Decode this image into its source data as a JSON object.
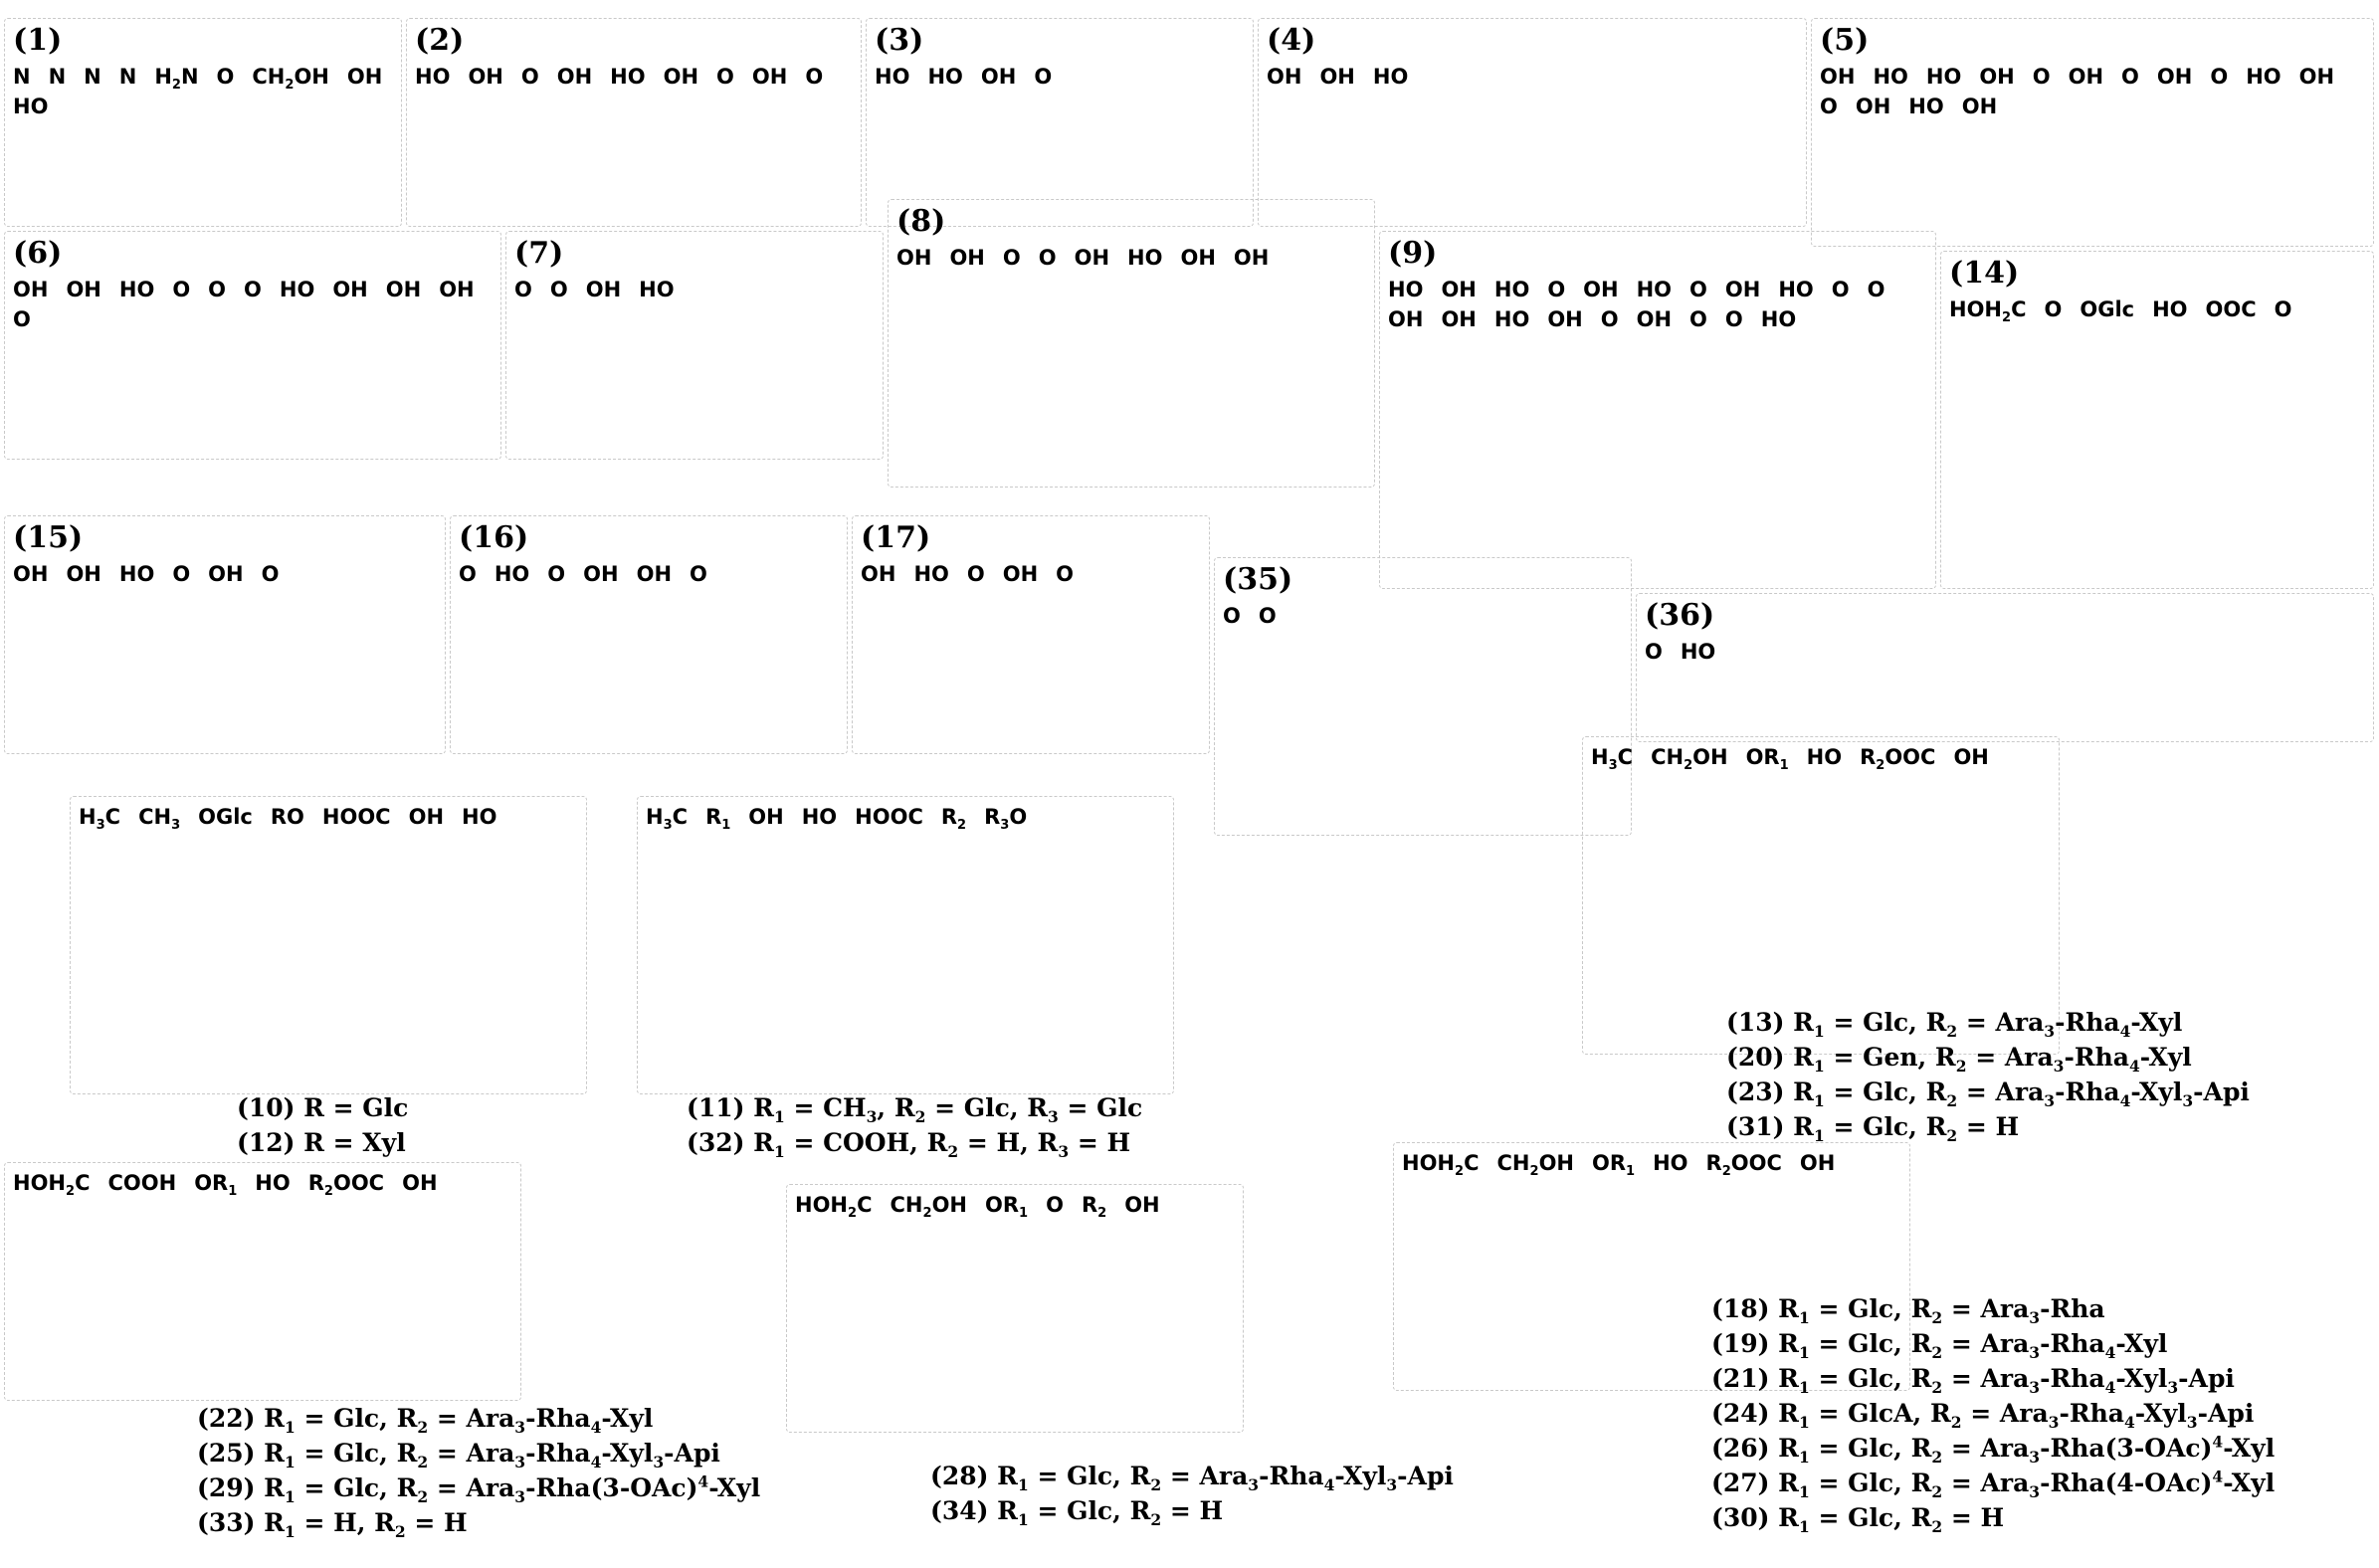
{
  "structures": [
    {
      "id": "s1",
      "number": "(1)",
      "atoms": [
        "N",
        "N",
        "N",
        "N",
        "H2N",
        "O",
        "CH2OH",
        "OH",
        "HO"
      ]
    },
    {
      "id": "s2",
      "number": "(2)",
      "atoms": [
        "HO",
        "OH",
        "O",
        "OH",
        "HO",
        "OH",
        "O",
        "OH",
        "O"
      ]
    },
    {
      "id": "s3",
      "number": "(3)",
      "atoms": [
        "HO",
        "HO",
        "OH",
        "O"
      ]
    },
    {
      "id": "s4",
      "number": "(4)",
      "atoms": [
        "OH",
        "OH",
        "HO"
      ]
    },
    {
      "id": "s5",
      "number": "(5)",
      "atoms": [
        "OH",
        "HO",
        "HO",
        "OH",
        "O",
        "OH",
        "O",
        "OH",
        "O",
        "HO",
        "OH",
        "O",
        "OH",
        "HO",
        "OH"
      ]
    },
    {
      "id": "s6",
      "number": "(6)",
      "atoms": [
        "OH",
        "OH",
        "HO",
        "O",
        "O",
        "O",
        "HO",
        "OH",
        "OH",
        "OH",
        "O"
      ]
    },
    {
      "id": "s7",
      "number": "(7)",
      "atoms": [
        "O",
        "O",
        "OH",
        "HO"
      ]
    },
    {
      "id": "s8",
      "number": "(8)",
      "atoms": [
        "OH",
        "OH",
        "O",
        "O",
        "OH",
        "HO",
        "OH",
        "OH"
      ]
    },
    {
      "id": "s9",
      "number": "(9)",
      "atoms": [
        "HO",
        "OH",
        "HO",
        "O",
        "OH",
        "HO",
        "O",
        "OH",
        "HO",
        "O",
        "O",
        "OH",
        "OH",
        "HO",
        "OH",
        "O",
        "OH",
        "O",
        "O",
        "HO"
      ]
    },
    {
      "id": "s14",
      "number": "(14)",
      "atoms": [
        "HOH2C",
        "O",
        "OGlc",
        "HO",
        "OOC",
        "O"
      ]
    },
    {
      "id": "s15",
      "number": "(15)",
      "atoms": [
        "OH",
        "OH",
        "HO",
        "O",
        "OH",
        "O"
      ]
    },
    {
      "id": "s16",
      "number": "(16)",
      "atoms": [
        "O",
        "HO",
        "O",
        "OH",
        "OH",
        "O"
      ]
    },
    {
      "id": "s17",
      "number": "(17)",
      "atoms": [
        "OH",
        "HO",
        "O",
        "OH",
        "O"
      ]
    },
    {
      "id": "s35",
      "number": "(35)",
      "atoms": [
        "O",
        "O"
      ]
    },
    {
      "id": "s36",
      "number": "(36)",
      "atoms": [
        "O",
        "HO"
      ]
    },
    {
      "id": "s10",
      "number": "",
      "atoms": [
        "H3C",
        "CH3",
        "OGlc",
        "RO",
        "HOOC",
        "OH",
        "HO"
      ]
    },
    {
      "id": "s11",
      "number": "",
      "atoms": [
        "H3C",
        "R1",
        "OH",
        "HO",
        "HOOC",
        "R2",
        "R3O"
      ]
    },
    {
      "id": "s13",
      "number": "",
      "atoms": [
        "H3C",
        "CH2OH",
        "OR1",
        "HO",
        "R2OOC",
        "OH"
      ]
    },
    {
      "id": "s22",
      "number": "",
      "atoms": [
        "HOH2C",
        "COOH",
        "OR1",
        "HO",
        "R2OOC",
        "OH"
      ]
    },
    {
      "id": "s28",
      "number": "",
      "atoms": [
        "HOH2C",
        "CH2OH",
        "OR1",
        "O",
        "R2",
        "OH"
      ]
    },
    {
      "id": "s18",
      "number": "",
      "atoms": [
        "HOH2C",
        "CH2OH",
        "OR1",
        "HO",
        "R2OOC",
        "OH"
      ]
    }
  ],
  "legends": {
    "g10": [
      "(10) R = Glc",
      "(12) R = Xyl"
    ],
    "g11": [
      "(11) R1 = CH3, R2 = Glc, R3 = Glc",
      "(32) R1 = COOH, R2 = H, R3 = H"
    ],
    "g13": [
      "(13) R1 = Glc, R2 = Ara3-Rha4-Xyl",
      "(20) R1 = Gen, R2 = Ara3-Rha4-Xyl",
      "(23) R1 = Glc, R2 = Ara3-Rha4-Xyl3-Api",
      "(31) R1 = Glc, R2 = H"
    ],
    "g22": [
      "(22) R1 = Glc, R2 = Ara3-Rha4-Xyl",
      "(25) R1 = Glc, R2 = Ara3-Rha4-Xyl3-Api",
      "(29) R1 = Glc, R2 = Ara3-Rha(3-OAc)4-Xyl",
      "(33) R1 = H, R2 = H"
    ],
    "g28": [
      "(28) R1 = Glc, R2 = Ara3-Rha4-Xyl3-Api",
      "(34) R1 = Glc, R2 = H"
    ],
    "g18": [
      "(18) R1 = Glc, R2 = Ara3-Rha",
      "(19) R1 = Glc, R2 = Ara3-Rha4-Xyl",
      "(21) R1 = Glc, R2 = Ara3-Rha4-Xyl3-Api",
      "(24) R1 = GlcA, R2 = Ara3-Rha4-Xyl3-Api",
      "(26) R1 = Glc, R2 = Ara3-Rha(3-OAc)4-Xyl",
      "(27) R1 = Glc, R2 = Ara3-Rha(4-OAc)4-Xyl",
      "(30) R1 = Glc, R2 = H"
    ]
  }
}
